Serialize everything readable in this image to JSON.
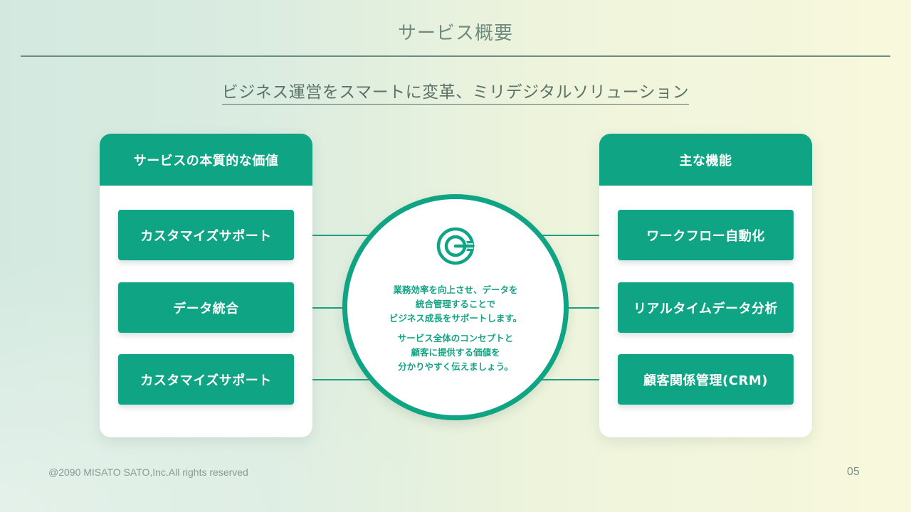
{
  "slide": {
    "title": "サービス概要",
    "subtitle": "ビジネス運営をスマートに変革、ミリデジタルソリューション",
    "page_number": "05",
    "copyright": "@2090 MISATO SATO,Inc.All rights reserved"
  },
  "left_card": {
    "header": "サービスの本質的な価値",
    "items": [
      {
        "label": "カスタマイズサポート"
      },
      {
        "label": "データ統合"
      },
      {
        "label": "カスタマイズサポート"
      }
    ]
  },
  "right_card": {
    "header": "主な機能",
    "items": [
      {
        "label": "ワークフロー自動化"
      },
      {
        "label": "リアルタイムデータ分析"
      },
      {
        "label": "顧客関係管理(CRM)"
      }
    ]
  },
  "center": {
    "icon": "target-arrow-icon",
    "paragraph1": [
      "業務効率を向上させ、データを",
      "統合管理することで",
      "ビジネス成長をサポートします。"
    ],
    "paragraph2": [
      "サービス全体のコンセプトと",
      "顧客に提供する価値を",
      "分かりやすく伝えましょう。"
    ]
  },
  "colors": {
    "accent": "#0fa584",
    "title_text": "#6f8a7e",
    "subtitle_text": "#5b7369",
    "card_bg": "#ffffff"
  }
}
